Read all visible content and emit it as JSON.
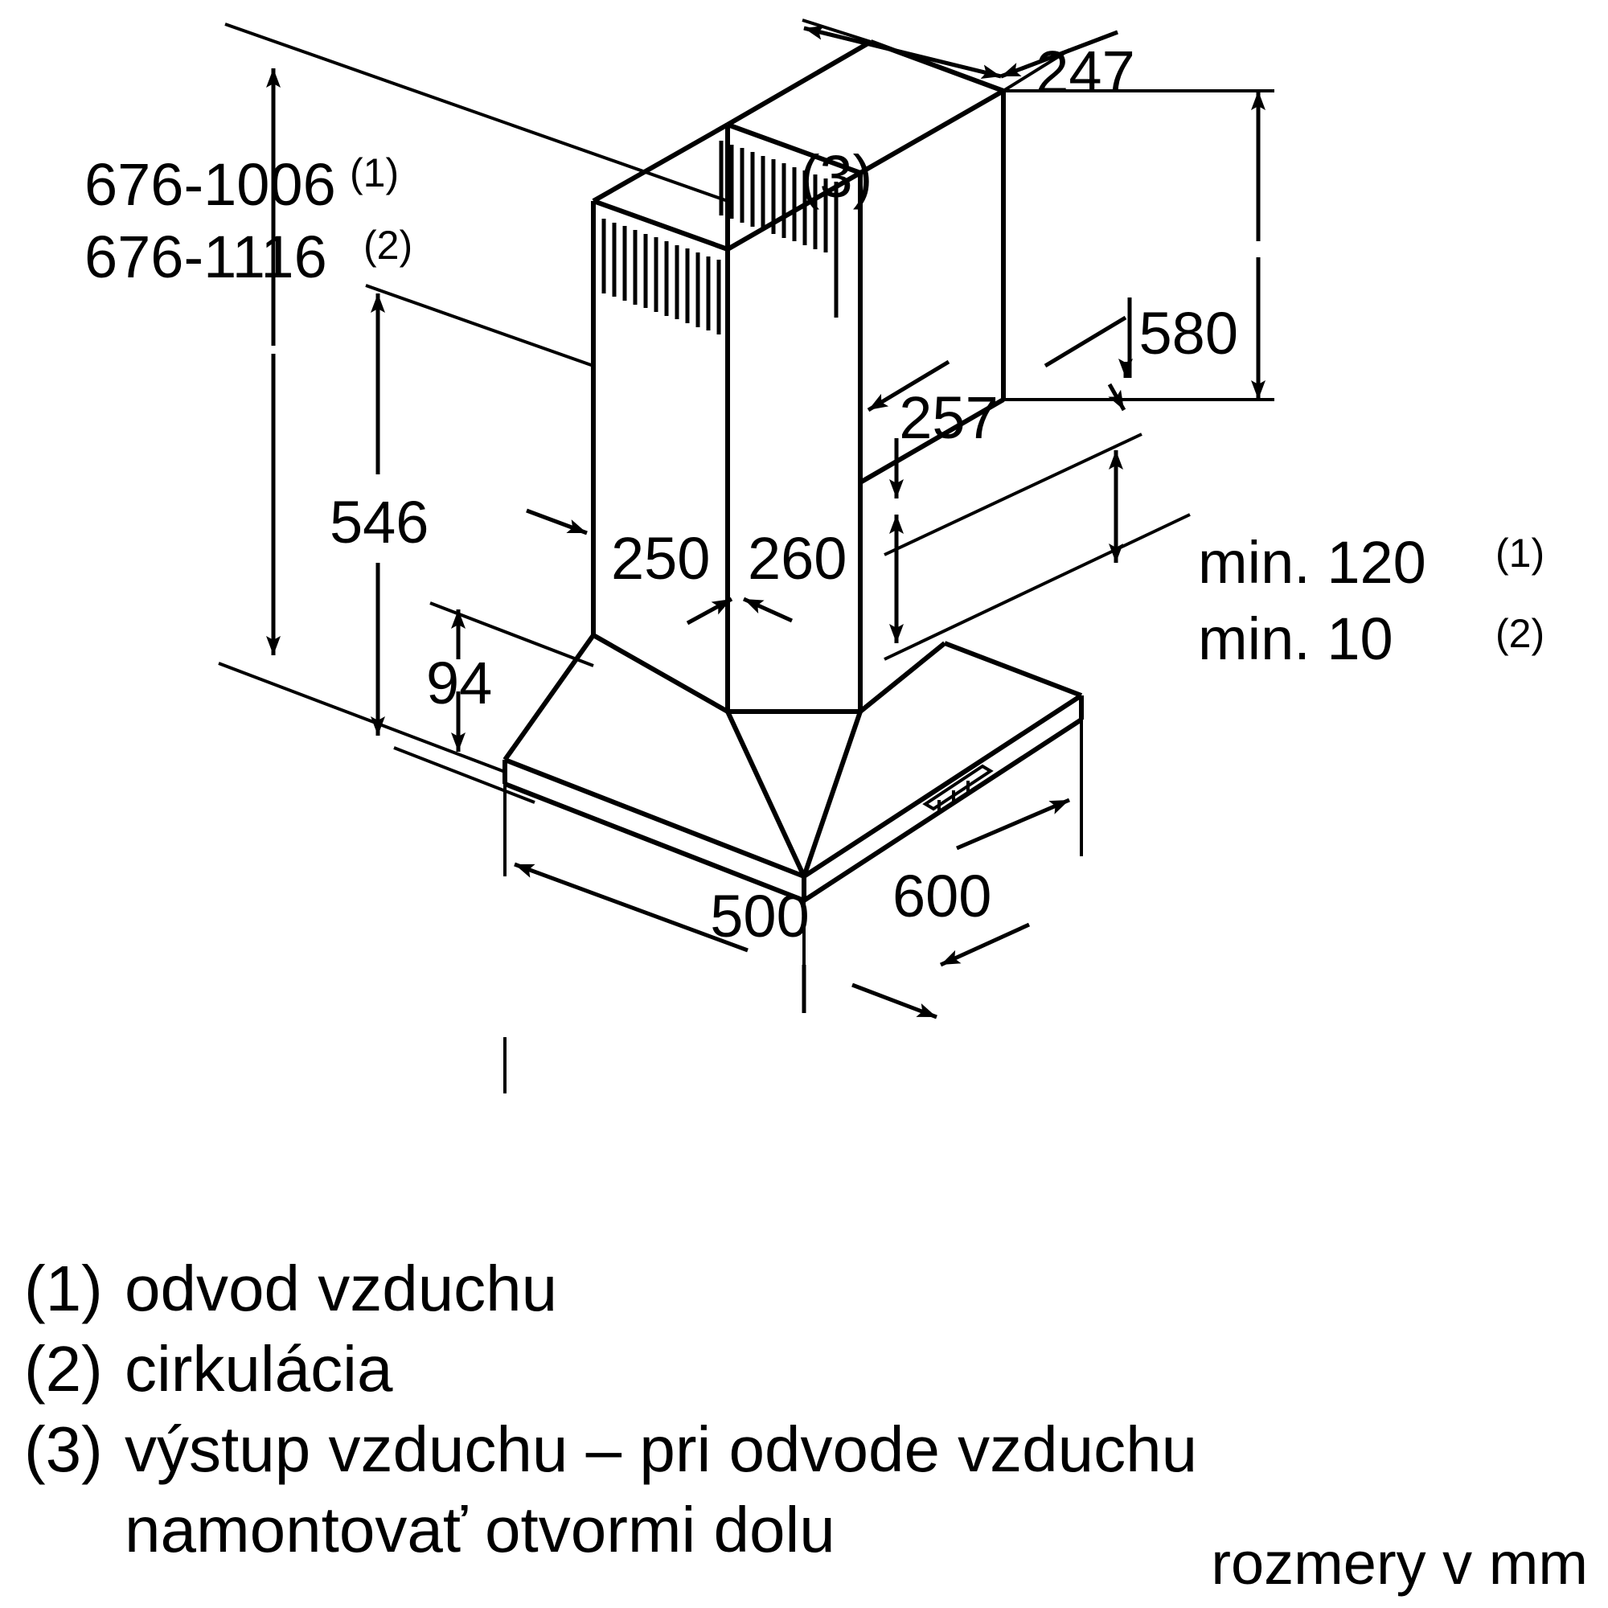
{
  "document": {
    "type": "technical-dimension-drawing",
    "subject": "chimney cooker hood",
    "language": "sk",
    "units_note": "rozmery v mm"
  },
  "dimensions": {
    "height_range_exhaust": "676-1006",
    "height_range_exhaust_ref": "(1)",
    "height_range_recirc": "676-1116",
    "height_range_recirc_ref": "(2)",
    "chimney_depth_top": "247",
    "chimney_height": "580",
    "chimney_width_lower": "257",
    "canopy_height_total": "546",
    "canopy_front_height": "94",
    "hood_depth_front": "250",
    "chimney_depth_lower": "260",
    "min_clearance_exhaust": "min. 120",
    "min_clearance_exhaust_ref": "(1)",
    "min_clearance_recirc": "min. 10",
    "min_clearance_recirc_ref": "(2)",
    "hood_depth": "500",
    "hood_width": "600"
  },
  "callouts": {
    "air_outlet_marker": "(3)"
  },
  "legend": [
    {
      "marker": "(1)",
      "text": "odvod vzduchu"
    },
    {
      "marker": "(2)",
      "text": "cirkulácia"
    },
    {
      "marker": "(3)",
      "text": "výstup vzduchu – pri odvode vzduchu"
    },
    {
      "marker": "",
      "text": "namontovať otvormi dolu"
    }
  ],
  "footer": {
    "units": "rozmery v mm"
  },
  "colors": {
    "stroke": "#000000",
    "background": "#ffffff"
  }
}
